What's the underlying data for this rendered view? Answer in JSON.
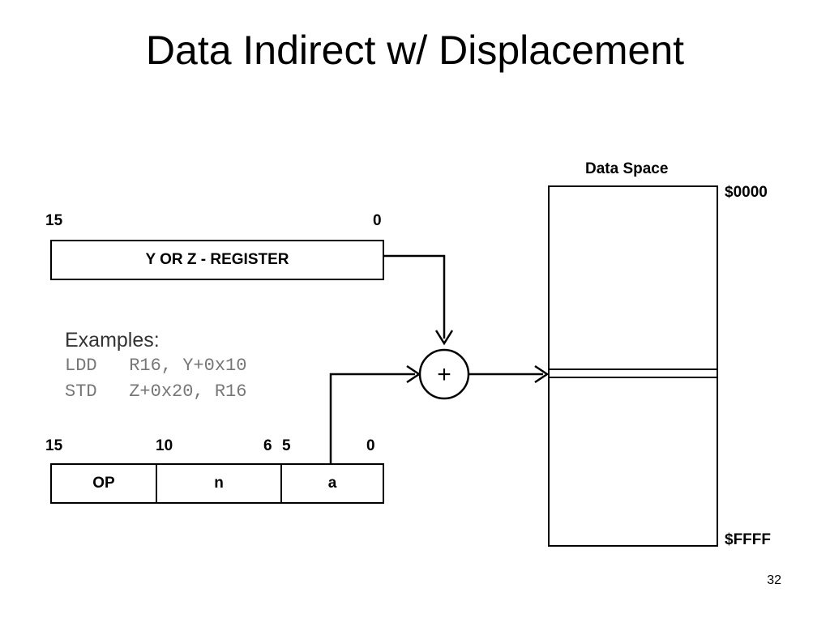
{
  "title": "Data Indirect w/ Displacement",
  "register": {
    "label": "Y OR Z - REGISTER",
    "bit_high": "15",
    "bit_low": "0"
  },
  "examples": {
    "heading": "Examples:",
    "lines": [
      {
        "mnemonic": "LDD",
        "operands": "R16, Y+0x10"
      },
      {
        "mnemonic": "STD",
        "operands": "Z+0x20, R16"
      }
    ]
  },
  "instruction": {
    "bits": [
      "15",
      "10",
      "6",
      "5",
      "0"
    ],
    "fields": [
      "OP",
      "n",
      "a"
    ]
  },
  "data_space": {
    "label": "Data Space",
    "start_address": "$0000",
    "end_address": "$FFFF"
  },
  "adder_symbol": "+",
  "page_number": "32"
}
